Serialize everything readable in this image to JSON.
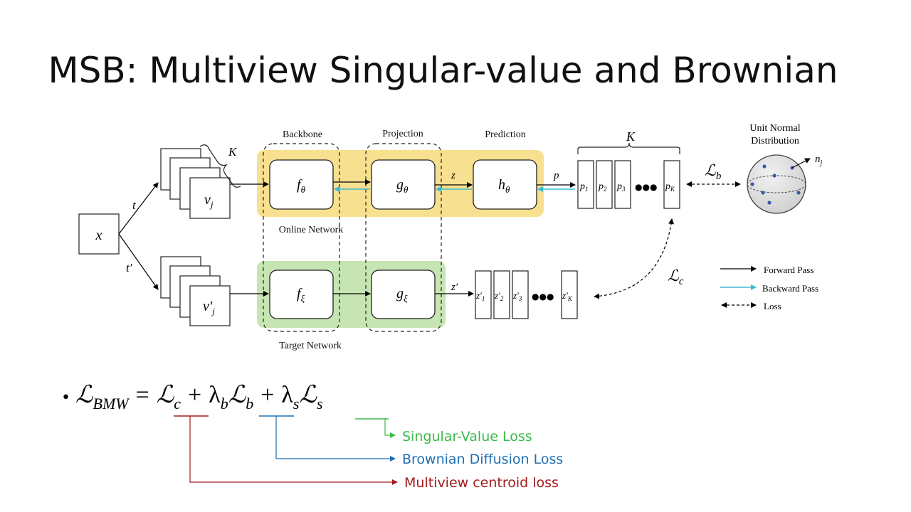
{
  "slide": {
    "title": "MSB: Multiview Singular-value and Brownian"
  },
  "diagram": {
    "input": "x",
    "aug_t": "t",
    "aug_tp": "t′",
    "view_online": "v",
    "view_online_sub": "j",
    "view_target": "v′",
    "view_target_sub": "j",
    "brace_k_left": "K",
    "section_backbone": "Backbone",
    "section_projection": "Projection",
    "section_prediction": "Prediction",
    "online_network": "Online Network",
    "target_network": "Target Network",
    "f_theta": "f",
    "f_theta_sub": "θ",
    "g_theta": "g",
    "g_theta_sub": "θ",
    "h_theta": "h",
    "h_theta_sub": "θ",
    "f_xi": "f",
    "f_xi_sub": "ξ",
    "g_xi": "g",
    "g_xi_sub": "ξ",
    "z_label": "z",
    "p_label": "p",
    "zp_label": "z′",
    "brace_k_right": "K",
    "p_items": [
      "p",
      "p",
      "p",
      "p"
    ],
    "p_subs": [
      "1",
      "2",
      "3",
      "K"
    ],
    "z_items": [
      "z′",
      "z′",
      "z′",
      "z′"
    ],
    "z_subs": [
      "1",
      "2",
      "3",
      "K"
    ],
    "ellipsis": "●●●",
    "loss_b": "ℒ",
    "loss_b_sub": "b",
    "loss_c": "ℒ",
    "loss_c_sub": "c",
    "sphere_title_1": "Unit Normal",
    "sphere_title_2": "Distribution",
    "sphere_n": "n",
    "sphere_n_sub": "j"
  },
  "legend": {
    "forward": "Forward Pass",
    "backward": "Backward Pass",
    "loss": "Loss"
  },
  "equation": {
    "bullet": "•",
    "lhs": "ℒ",
    "lhs_sub": "BMW",
    "eq": "=",
    "term_c": "ℒ",
    "term_c_sub": "c",
    "plus1": "+",
    "lambda_b": "λ",
    "lambda_b_sub": "b",
    "term_b": "ℒ",
    "term_b_sub": "b",
    "plus2": "+",
    "lambda_s": "λ",
    "lambda_s_sub": "s",
    "term_s": "ℒ",
    "term_s_sub": "s"
  },
  "annotations": {
    "singular": "Singular-Value Loss",
    "brownian": "Brownian Diffusion Loss",
    "centroid": "Multiview centroid loss"
  },
  "colors": {
    "online_bg": "#f7e08f",
    "target_bg": "#c6e5b2",
    "backward_arrow": "#3cb9d0",
    "singular": "#3cb94a",
    "brownian": "#1f6fb0",
    "centroid": "#a31c1c",
    "sphere": "#d9d9d9",
    "dot": "#3b5ba8"
  }
}
